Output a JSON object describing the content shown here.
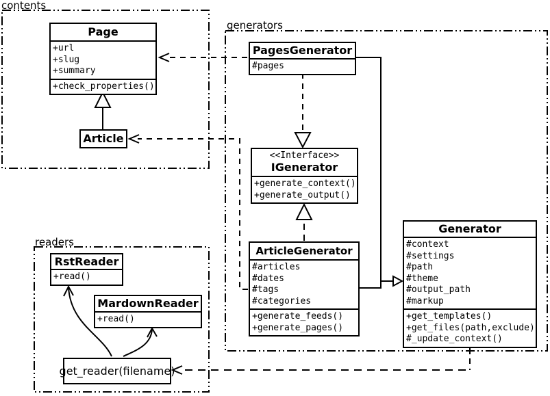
{
  "packages": {
    "contents": {
      "label": "contents"
    },
    "generators": {
      "label": "generators"
    },
    "readers": {
      "label": "readers"
    }
  },
  "classes": {
    "page": {
      "name": "Page",
      "attributes": [
        "+url",
        "+slug",
        "+summary"
      ],
      "methods": [
        "+check_properties()"
      ]
    },
    "article": {
      "name": "Article"
    },
    "pages_generator": {
      "name": "PagesGenerator",
      "attributes": [
        "#pages"
      ]
    },
    "igenerator": {
      "stereotype": "<<Interface>>",
      "name": "IGenerator",
      "methods": [
        "+generate_context()",
        "+generate_output()"
      ]
    },
    "article_generator": {
      "name": "ArticleGenerator",
      "attributes": [
        "#articles",
        "#dates",
        "#tags",
        "#categories"
      ],
      "methods": [
        "+generate_feeds()",
        "+generate_pages()"
      ]
    },
    "generator": {
      "name": "Generator",
      "attributes": [
        "#context",
        "#settings",
        "#path",
        "#theme",
        "#output_path",
        "#markup"
      ],
      "methods": [
        "+get_templates()",
        "+get_files(path,exclude)",
        "#_update_context()"
      ]
    },
    "rst_reader": {
      "name": "RstReader",
      "methods": [
        "+read()"
      ]
    },
    "mardown_reader": {
      "name": "MardownReader",
      "methods": [
        "+read()"
      ]
    },
    "get_reader": {
      "label": "get_reader(filename)"
    }
  },
  "relationships": [
    {
      "type": "inheritance",
      "from": "Article",
      "to": "Page"
    },
    {
      "type": "realization",
      "from": "PagesGenerator",
      "to": "IGenerator"
    },
    {
      "type": "realization",
      "from": "ArticleGenerator",
      "to": "IGenerator"
    },
    {
      "type": "inheritance",
      "from": "PagesGenerator",
      "to": "Generator"
    },
    {
      "type": "inheritance",
      "from": "ArticleGenerator",
      "to": "Generator"
    },
    {
      "type": "dependency",
      "from": "PagesGenerator",
      "to": "Page"
    },
    {
      "type": "dependency",
      "from": "ArticleGenerator",
      "to": "Article"
    },
    {
      "type": "dependency",
      "from": "Generator",
      "to": "get_reader(filename)"
    },
    {
      "type": "call",
      "from": "get_reader(filename)",
      "to": "RstReader"
    },
    {
      "type": "call",
      "from": "get_reader(filename)",
      "to": "MardownReader"
    }
  ],
  "colors": {
    "line": "#000000",
    "background": "#ffffff",
    "box_fill": "#ffffff"
  }
}
